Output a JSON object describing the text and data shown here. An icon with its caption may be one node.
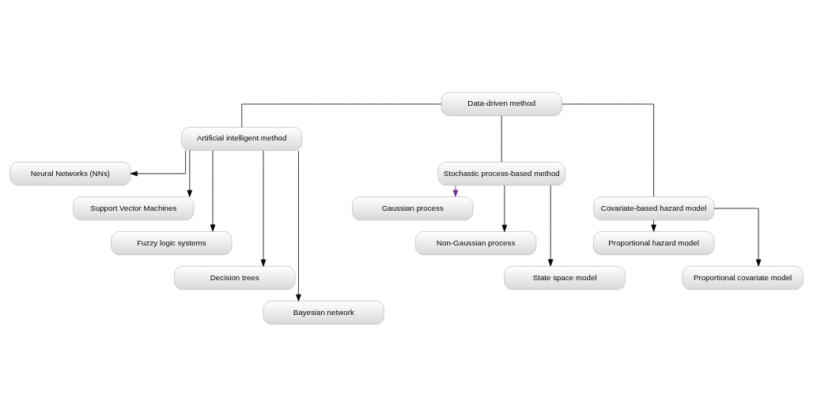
{
  "diagram": {
    "nodes": [
      {
        "text": [
          "Data-driven method"
        ]
      },
      {
        "text": [
          "Artificial intelligent method"
        ]
      },
      {
        "text": [
          "Stochastic process-based method"
        ]
      },
      {
        "text": [
          "Covariate-based hazard model"
        ]
      },
      {
        "text": [
          "Neural Networks (NNs)"
        ]
      },
      {
        "text": [
          "Support Vector Machines"
        ]
      },
      {
        "text": [
          "Fuzzy logic systems"
        ]
      },
      {
        "text": [
          "Decision trees"
        ]
      },
      {
        "text": [
          "Bayesian network"
        ]
      },
      {
        "text": [
          "Gaussian process"
        ]
      },
      {
        "text": [
          "Non-Gaussian process"
        ]
      },
      {
        "text": [
          "State space model"
        ]
      },
      {
        "text": [
          "Proportional hazard model"
        ]
      },
      {
        "text": [
          "Proportional covariate model"
        ]
      }
    ],
    "edges": [
      {
        "from": 0,
        "to": 1,
        "arrow": "none"
      },
      {
        "from": 0,
        "to": 2,
        "arrow": "none"
      },
      {
        "from": 0,
        "to": 3,
        "arrow": "none"
      },
      {
        "from": 1,
        "to": 4,
        "arrow": "to"
      },
      {
        "from": 1,
        "to": 5,
        "arrow": "to"
      },
      {
        "from": 1,
        "to": 6,
        "arrow": "to"
      },
      {
        "from": 1,
        "to": 7,
        "arrow": "to"
      },
      {
        "from": 1,
        "to": 8,
        "arrow": "to"
      },
      {
        "from": 2,
        "to": 9,
        "arrow": "to",
        "color": "#7030a0"
      },
      {
        "from": 2,
        "to": 10,
        "arrow": "to"
      },
      {
        "from": 2,
        "to": 11,
        "arrow": "to"
      },
      {
        "from": 3,
        "to": 12,
        "arrow": "to"
      },
      {
        "from": 3,
        "to": 13,
        "arrow": "to"
      }
    ]
  }
}
